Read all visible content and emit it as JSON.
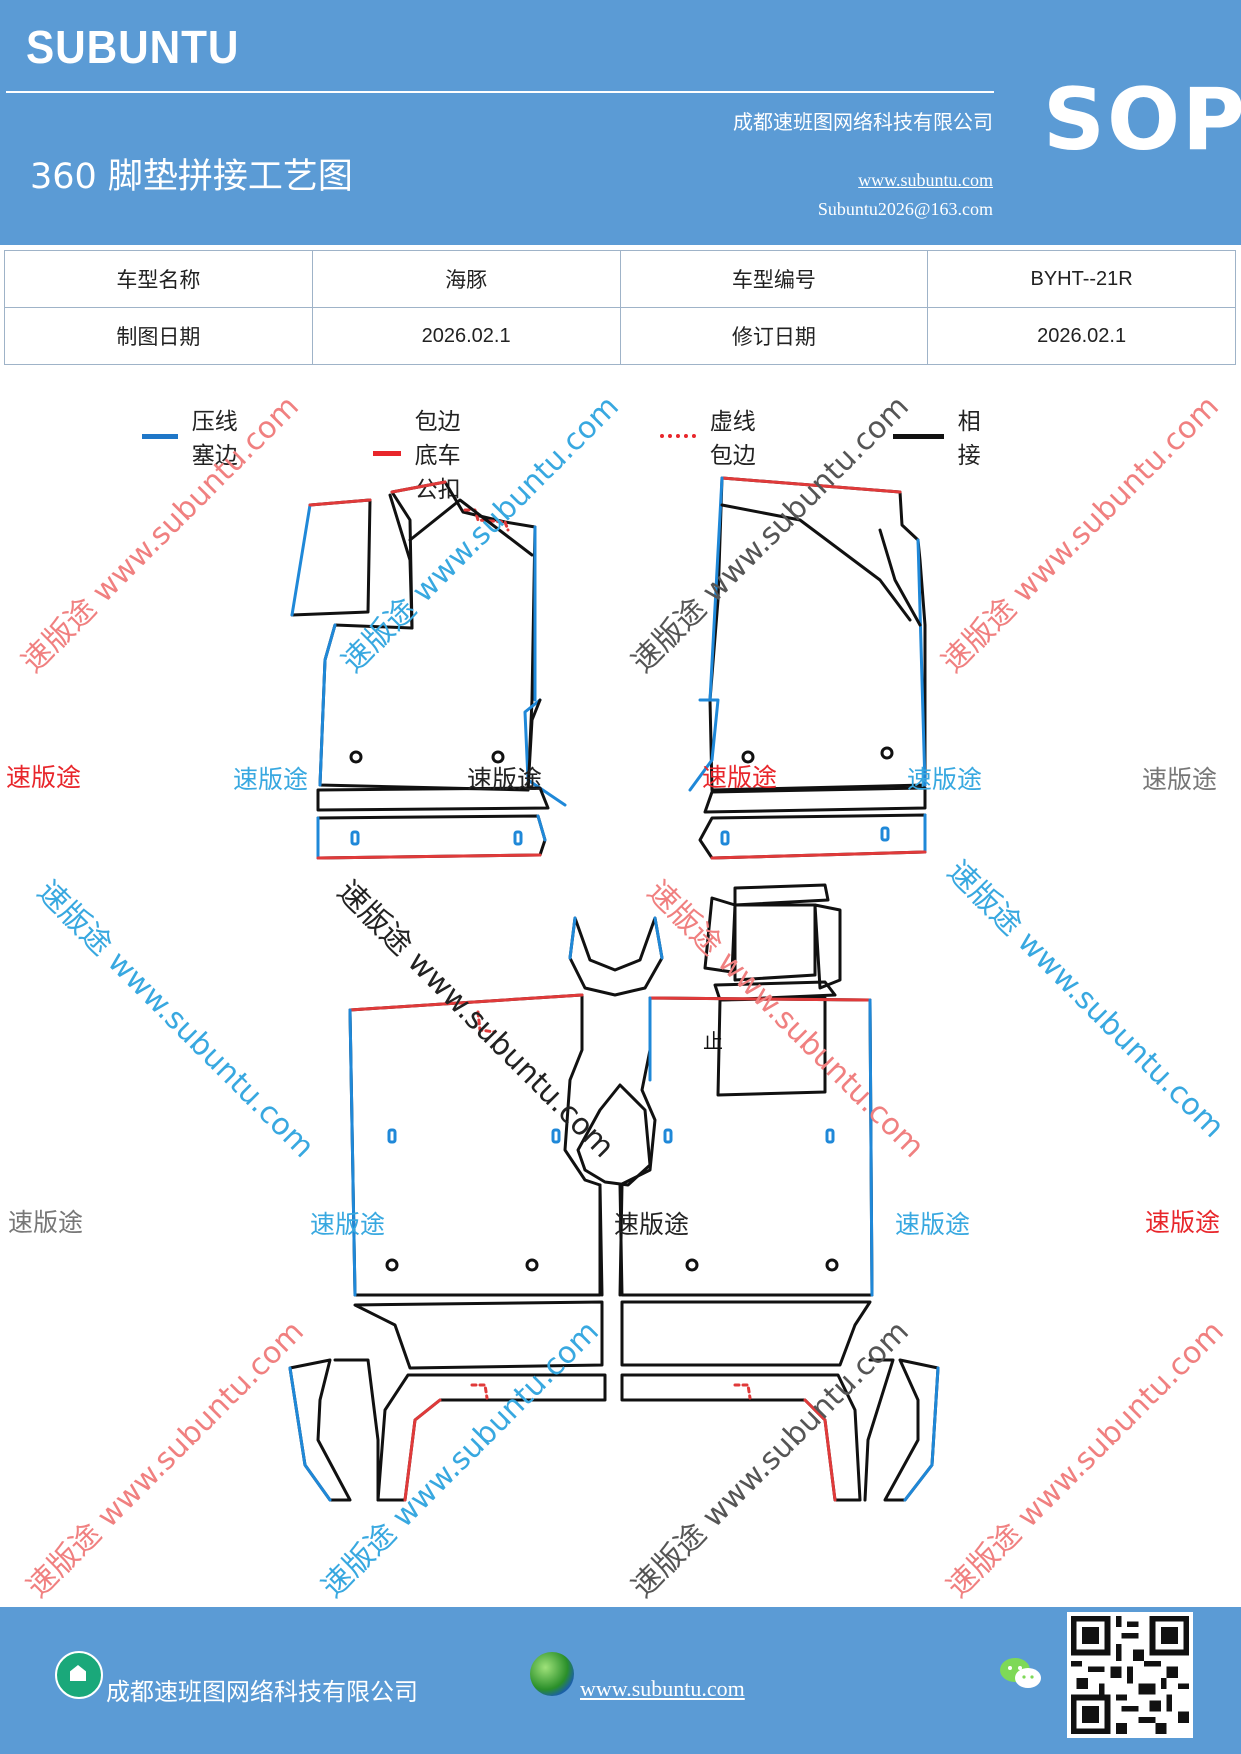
{
  "header": {
    "brand": "SUBUNTU",
    "doc_type": "SOP",
    "title": "360 脚垫拼接工艺图",
    "company": "成都速班图网络科技有限公司",
    "website": "www.subuntu.com",
    "email": "Subuntu2026@163.com"
  },
  "info_table": {
    "rows": [
      [
        "车型名称",
        "海豚",
        "车型编号",
        "BYHT--21R"
      ],
      [
        "制图日期",
        "2026.02.1",
        "修订日期",
        "2026.02.1"
      ]
    ]
  },
  "legend": [
    {
      "label": "压线塞边",
      "color": "#1f77c8",
      "style": "solid"
    },
    {
      "label": "包边底车公扣",
      "color": "#e8262b",
      "style": "solid"
    },
    {
      "label": "虚线包边",
      "color": "#e8262b",
      "style": "dotted"
    },
    {
      "label": "相接",
      "color": "#111111",
      "style": "solid"
    }
  ],
  "watermarks": {
    "brand_text": "速版途",
    "diagonal_text": "速版途 www.subuntu.com",
    "vertical_text": "速版途 www.subuntu.com",
    "part_mark": "止"
  },
  "footer": {
    "company": "成都速班图网络科技有限公司",
    "website": "www.subuntu.com"
  },
  "colors": {
    "header_bg": "#5b9bd5",
    "blue_edge": "#1f88d8",
    "red_edge": "#e03a3a",
    "black_edge": "#111111"
  },
  "icons": [
    "building-icon",
    "globe-icon",
    "wechat-icon",
    "qr-code"
  ]
}
